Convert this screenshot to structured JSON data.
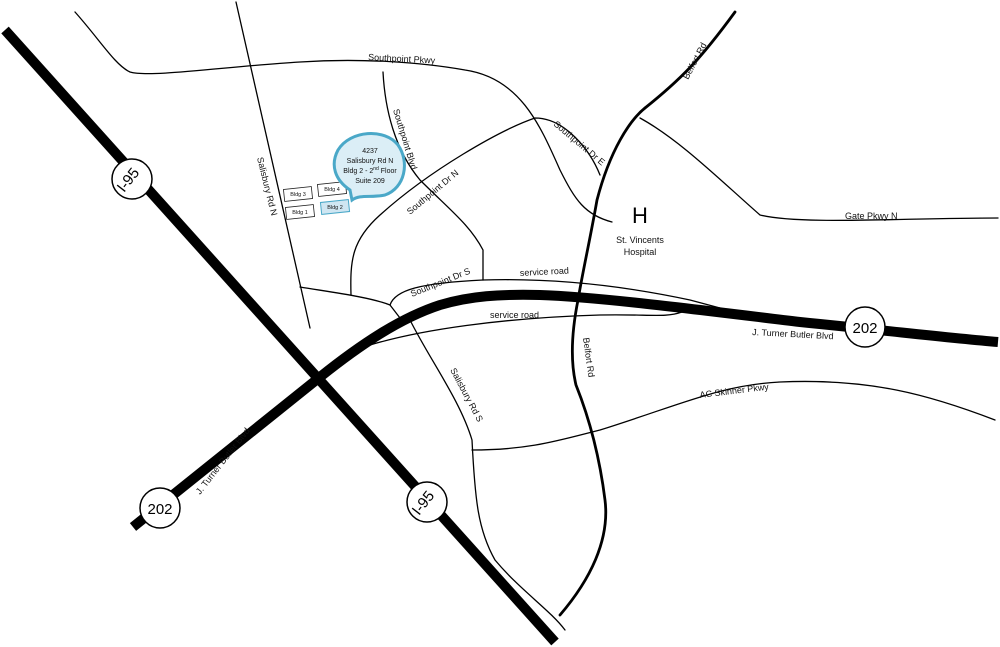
{
  "roads": {
    "southpoint_pkwy": "Southpoint Pkwy",
    "southpoint_blvd": "Southpoint Blvd",
    "southpoint_dr_n": "Southpoint Dr N",
    "southpoint_dr_e": "Southpoint Dr E",
    "southpoint_dr_s": "Southpoint Dr S",
    "salisbury_rd_n": "Salisbury Rd N",
    "salisbury_rd_s": "Salisbury Rd S",
    "belfort_rd_north": "Belfort Rd",
    "belfort_rd_south": "Belfort Rd",
    "gate_pkwy_n": "Gate Pkwy N",
    "service_road_upper": "service road",
    "service_road_lower": "service road",
    "jtb_east": "J. Turner Butler Blvd",
    "jtb_west": "J. Turner Butler Blvd",
    "ac_skinner": "AC Skinner Pkwy"
  },
  "shields": {
    "i95_north": "I-95",
    "i95_south": "I-95",
    "us202_east": "202",
    "us202_west": "202"
  },
  "hospital": {
    "symbol": "H",
    "name_line1": "St. Vincents",
    "name_line2": "Hospital"
  },
  "buildings": {
    "bldg1": "Bldg 1",
    "bldg2": "Bldg 2",
    "bldg3": "Bldg 3",
    "bldg4": "Bldg 4"
  },
  "callout": {
    "line1": "4237",
    "line2": "Salisbury  Rd  N",
    "line3_main": "Bldg  2 - 2",
    "line3_sup": "nd",
    "line3_end": " Floor",
    "line4": "Suite 209"
  },
  "colors": {
    "callout_stroke": "#4aa8c8",
    "callout_fill": "#dbeef6",
    "highlight_bldg_fill": "#cfe6f2"
  }
}
